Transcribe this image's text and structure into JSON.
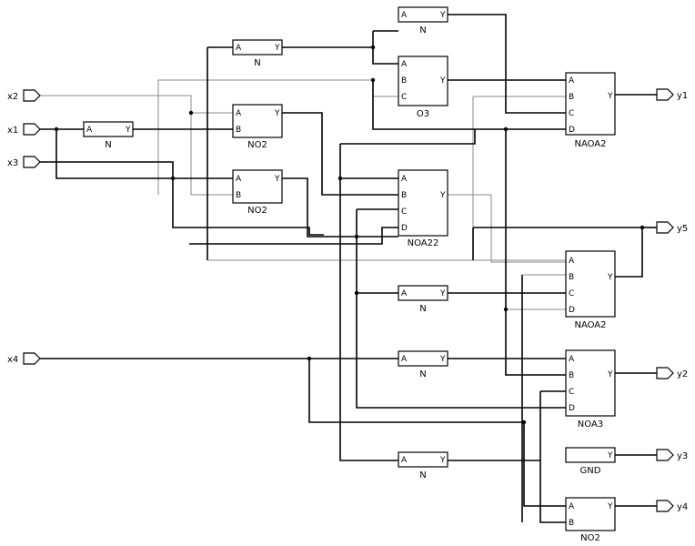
{
  "inputs": {
    "x2": "x2",
    "x1": "x1",
    "x3": "x3",
    "x4": "x4"
  },
  "outputs": {
    "y1": "y1",
    "y5": "y5",
    "y2": "y2",
    "y3": "y3",
    "y4": "y4"
  },
  "pins": {
    "A": "A",
    "B": "B",
    "C": "C",
    "D": "D",
    "Y": "Y"
  },
  "gates": {
    "n_top": "N",
    "n_upper": "N",
    "o3": "O3",
    "naoa2_top": "NAOA2",
    "n_x1": "N",
    "no2_top": "NO2",
    "no2_mid": "NO2",
    "noa22": "NOA22",
    "naoa2_mid": "NAOA2",
    "n_mid1": "N",
    "n_mid2": "N",
    "noa3": "NOA3",
    "n_low": "N",
    "gnd": "GND",
    "no2_bottom": "NO2"
  }
}
